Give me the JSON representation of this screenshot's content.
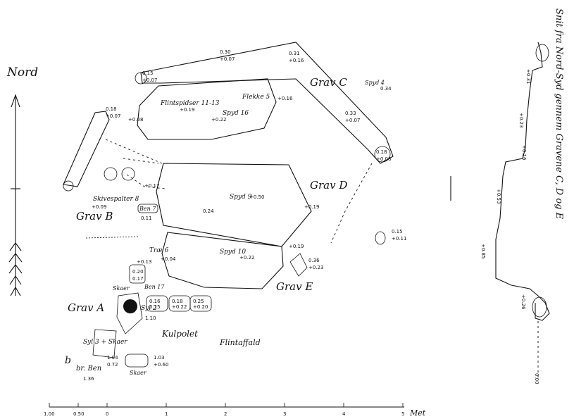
{
  "compass": {
    "label": "Nord"
  },
  "graves": {
    "a": "Grav A",
    "b": "Grav B",
    "c": "Grav C",
    "d": "Grav D",
    "e": "Grav E"
  },
  "finds": {
    "fleckspidser": "Flintspidser 11-13",
    "flekke5": "Flekke 5",
    "spyd4": "Spyd 4",
    "spyd16": "Spyd 16",
    "spyd9": "Spyd 9",
    "spyd10": "Spyd 10",
    "skivespalter": "Skivespalter 8",
    "ben7": "Ben 7",
    "tro6": "Træ 6",
    "ben17": "Ben 17",
    "skaer1": "Skaer",
    "syl2": "Syl 2",
    "kulpolet": "Kulpolet",
    "flintaffald": "Flintaffald",
    "syl3": "Syl 3 + Skaer",
    "bb": "b",
    "brben": "br. Ben",
    "skaer2": "Skaer"
  },
  "elevations": {
    "e030": "0.30",
    "e007": "+0.07",
    "e031": "0.31",
    "e016": "+0.16",
    "e015a": "0.15",
    "e007b": "+0.07",
    "e034": "0.34",
    "e018": "0.18",
    "e007c": "+0.07",
    "e008": "+0.08",
    "e019": "+0.19",
    "e022": "+0.22",
    "e016b": "+0.16",
    "e033": "0.33",
    "e007d": "+0.07",
    "e018b": "0.18",
    "e008b": "+0.08",
    "e017": "+0.17",
    "e009": "+0.09",
    "e011": "0.11",
    "e050": "+0.50",
    "e024": "0.24",
    "e019b": "+0.19",
    "e015": "0.15",
    "e011b": "+0.11",
    "e019c": "+0.19",
    "e036": "0.36",
    "e023": "+0.23",
    "e022b": "+0.22",
    "e004": "+0.04",
    "e013": "+0.13",
    "e020": "0.20",
    "e017b": "0.17",
    "e016c": "0.16",
    "e015c": "0.15",
    "e018c": "0.18",
    "e022c": "+0.22",
    "e025": "0.25",
    "e020b": "+0.20",
    "e110": "1.10",
    "e136": "1.36",
    "e103": "1.03",
    "e060": "+0.60",
    "e104": "1.04",
    "e072": "0.72"
  },
  "profile_title": "Snit fra Nord-Syd gennem Gravene C, D og E",
  "profile_values": [
    "+0.31",
    "+0.23",
    "+0.16",
    "+0.53",
    "+0.85",
    "+0.26",
    "0.00"
  ],
  "scale": {
    "ticks": [
      "1.00",
      "0.50",
      "0",
      "1",
      "2",
      "3",
      "4",
      "5"
    ],
    "unit": "Met"
  }
}
